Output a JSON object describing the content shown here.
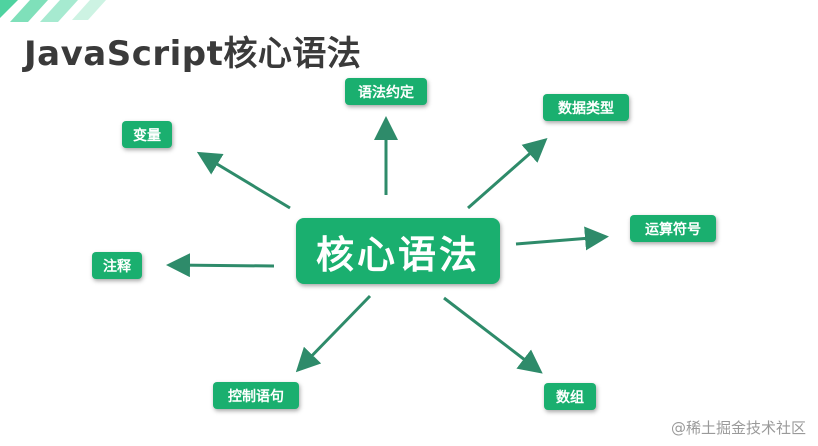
{
  "title": "JavaScript核心语法",
  "center": "核心语法",
  "branches": {
    "grammar_rules": "语法约定",
    "data_types": "数据类型",
    "variables": "变量",
    "operators": "运算符号",
    "comments": "注释",
    "control_statements": "控制语句",
    "arrays": "数组"
  },
  "watermark": "@稀土掘金技术社区",
  "colors": {
    "node_fill": "#1aaf6f",
    "arrow": "#2e8b6a",
    "title": "#3a3a3a",
    "corner_stripe": "#4fd3a0"
  }
}
